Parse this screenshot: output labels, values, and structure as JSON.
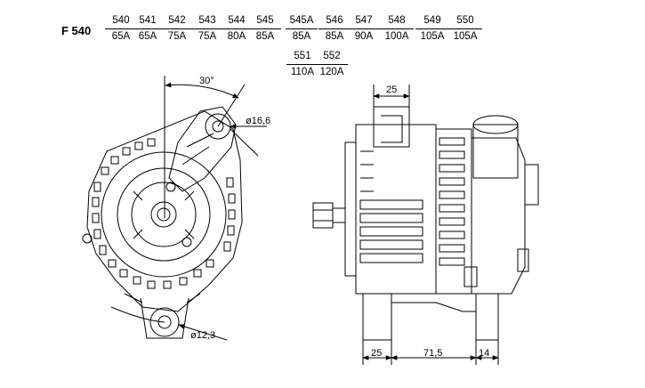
{
  "model": "F 540",
  "variants": [
    {
      "code": "540",
      "current": "65A"
    },
    {
      "code": "541",
      "current": "65A"
    },
    {
      "code": "542",
      "current": "75A"
    },
    {
      "code": "543",
      "current": "75A"
    },
    {
      "code": "544",
      "current": "80A"
    },
    {
      "code": "545",
      "current": "85A"
    },
    {
      "code": "545A",
      "current": "85A"
    },
    {
      "code": "546",
      "current": "85A"
    },
    {
      "code": "547",
      "current": "90A"
    },
    {
      "code": "548",
      "current": "100A"
    },
    {
      "code": "549",
      "current": "105A"
    },
    {
      "code": "550",
      "current": "105A"
    },
    {
      "code": "551",
      "current": "110A"
    },
    {
      "code": "552",
      "current": "120A"
    }
  ],
  "dimensions": {
    "angle": "30°",
    "top_hole_diameter": "ø16,6",
    "bottom_hole_diameter": "ø12,3",
    "top_lug_width": "25",
    "bottom_left": "25",
    "bottom_middle": "71,5",
    "bottom_right": "14"
  }
}
